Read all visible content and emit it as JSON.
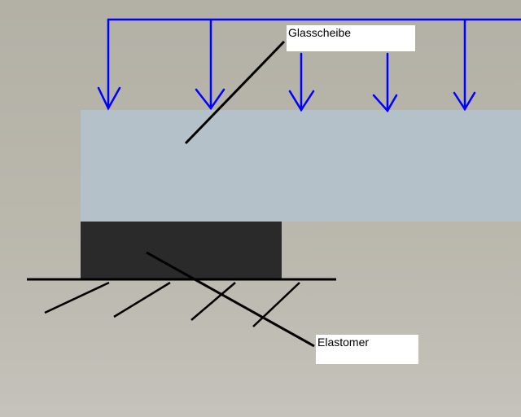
{
  "colors": {
    "background": "#b8b5ab",
    "glass": "#b4c1c8",
    "elastomer": "#2a2a2a",
    "load_arrows": "#0000ff",
    "lines": "#000000",
    "label_bg": "#ffffff"
  },
  "labels": {
    "glass": "Glasscheibe",
    "elastomer": "Elastomer"
  },
  "load_arrow_count": 5
}
